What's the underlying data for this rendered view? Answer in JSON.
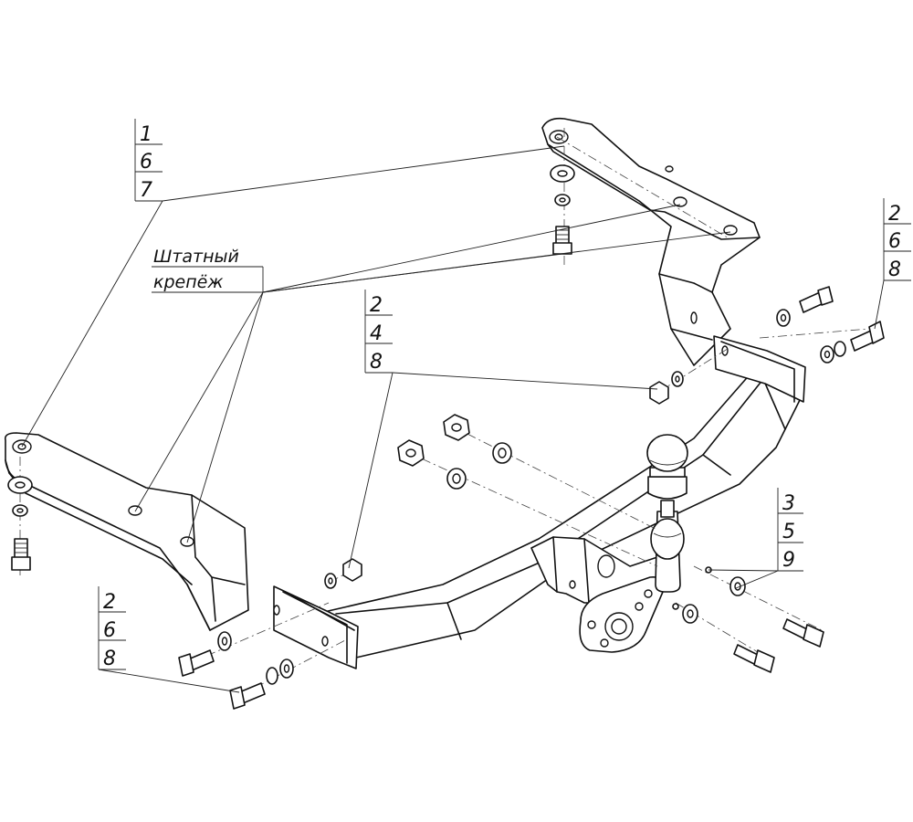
{
  "callouts": {
    "left_top": [
      "1",
      "6",
      "7"
    ],
    "right_top": [
      "2",
      "6",
      "8"
    ],
    "middle": [
      "2",
      "4",
      "8"
    ],
    "right_bottom": [
      "3",
      "5",
      "9"
    ],
    "left_bottom": [
      "2",
      "6",
      "8"
    ]
  },
  "std_fastener": {
    "line1": "Штатный",
    "line2": "крепёж"
  }
}
